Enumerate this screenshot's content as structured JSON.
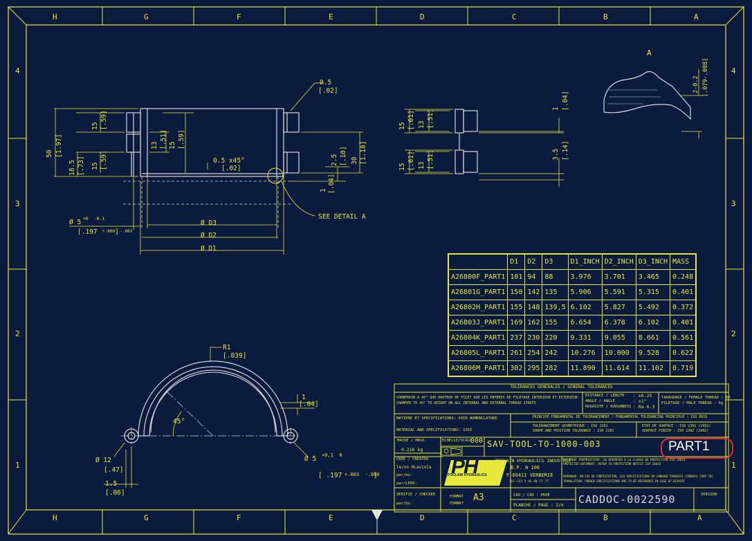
{
  "frame": {
    "top_letters": [
      "H",
      "G",
      "F",
      "E",
      "D",
      "C",
      "B",
      "A"
    ],
    "bottom_letters": [
      "H",
      "G",
      "F",
      "E",
      "D",
      "C",
      "B",
      "A"
    ],
    "left_numbers": [
      "4",
      "3",
      "2",
      "1"
    ],
    "right_numbers": [
      "4",
      "3",
      "2",
      "1"
    ]
  },
  "views": {
    "detail_label": "A",
    "see_detail": "SEE DETAIL  A",
    "dims_front": {
      "d05": "0.5",
      "d05_in": "[.02]",
      "d50": "50",
      "d50_in": "[1.97]",
      "d15a": "15",
      "d15a_in": "[.59]",
      "d185": "18.5",
      "d185_in": "[.73]",
      "d15b": "15",
      "d15b_in": "[.59]",
      "d13": "13",
      "d13_in": "[.51]",
      "d15c": "15",
      "d15c_in": "[.59]",
      "chamfer": "0.5  x45°",
      "chamfer_in": "[.02]",
      "d25": "2.5",
      "d25_in": "[.10]",
      "d30": "30",
      "d30_in": "[1.18]",
      "d1": "1",
      "d1_in": "[.04]",
      "hole": "Ø 5",
      "hole_tol": "+0  -0.1",
      "hole_in": "[.197",
      "hole_in_tol": "+.000  -.003",
      "hole_in_end": "]",
      "dia3": "Ø D3",
      "dia2": "Ø D2",
      "dia1": "Ø D1"
    },
    "dims_side": {
      "s15a": "15",
      "s15a_in": "[.61]",
      "s13a": "13",
      "s13a_in": "[.51]",
      "s15b": "15",
      "s15b_in": "[.61]",
      "s13b": "13",
      "s13b_in": "[.51]",
      "s1": "1",
      "s1_in": "[.04]",
      "s35": "3.5",
      "s35_in": "[.14]"
    },
    "dims_detail": {
      "h": "2-0.2",
      "h_in": "[.079-.008]"
    },
    "dims_arc": {
      "r1": "R1",
      "r1_in": "[.039]",
      "ang": "45°",
      "one": "1",
      "one_in": "[.04]",
      "d12": "Ø 12",
      "d12_in": "[.47]",
      "d15": "1.5",
      "d15_in": "[.06]",
      "hole": "Ø 5",
      "hole_tol": "+0,1  0",
      "hole_in": "[ .197",
      "hole_in_tol": "+.003  -.000",
      "hole_in_end": "]"
    }
  },
  "table": {
    "headers": [
      "",
      "D1",
      "D2",
      "D3",
      "D1_INCH",
      "D2_INCH",
      "D3_INCH",
      "MASS"
    ],
    "rows": [
      [
        "A26800F_PART1",
        "101",
        "94",
        "88",
        "3.976",
        "3.701",
        "3.465",
        "0.248"
      ],
      [
        "A26801G_PART1",
        "150",
        "142",
        "135",
        "5.906",
        "5.591",
        "5.315",
        "0.401"
      ],
      [
        "A26802H_PART1",
        "155",
        "148",
        "139,5",
        "6.102",
        "5.827",
        "5.492",
        "0.372"
      ],
      [
        "A26803J_PART1",
        "169",
        "162",
        "155",
        "6.654",
        "6.378",
        "6.102",
        "0.401"
      ],
      [
        "A26804K_PART1",
        "237",
        "230",
        "220",
        "9.331",
        "9.055",
        "8.661",
        "0.561"
      ],
      [
        "A26805L_PART1",
        "261",
        "254",
        "242",
        "10.276",
        "10.000",
        "9.528",
        "0.622"
      ],
      [
        "A26806M_PART1",
        "302",
        "295",
        "282",
        "11.890",
        "11.614",
        "11.102",
        "0.719"
      ]
    ]
  },
  "titleblock": {
    "tolerances_title": "TOLERANCES GENERALES / GENERAL TOLERANCES",
    "chanfrein_fr": "CHANFREIN A 45° SUR HAUTEUR DE FILET SUR LES ENTREES DE FILETAGE INTERIEUR ET EXTERIEUR",
    "chanfrein_en": "CHAMFER TO 45° TO HEIGHT ON ALL INTERNAL AND EXTERNAL THREAD STARTS",
    "dist_label": "DISTANCE  / LENGTH",
    "dist_val": ": ±0.25",
    "angle_label": "ANGLE  / ANGLE",
    "angle_val": ": ±1°",
    "rough_label": "RUGOSITE  / ROUGHNESS",
    "rough_val": ": Ra 6.3",
    "tarau": "TARAUDAGE / FEMALE THREAD : 6H",
    "filet": "FILETAGE / MALE THREAD : 6g",
    "matiere_fr": "MATIERE ET SPECIFICATIONS: VOIR NOMENCLATURE",
    "matiere_en": "MATERIAL AND SPECIFICATIONS: S355",
    "principe": "PRINCIPE FONDAMENTAL DE TOLERANCEMENT / FUNDAMENTAL TOLERANCING PRINCIPLE : ISO 8015",
    "tol_geo": "TOLERANCEMENT GEOMETRIQUE    : ISO 1101",
    "tol_shape": "SHAPE AND POSITION TOLERANCE : ISO 1101",
    "etat": "ETAT DE SURFACE  : ISO 1302 (1992)",
    "surface": "SURFACE FINISH   : ISO 1302 (1992)",
    "masse_label": "MASSE / MASS",
    "masse_val": "0.216  kg",
    "echelle": "ECHELLE/SCALE",
    "echelle_val": "000",
    "tool_id": "SAV-TOOL-TO-1000-003",
    "part": "PART1",
    "cree_label": "CREE / CREATED",
    "cree_by": "le/on  HLaviola",
    "par_by": "par/by:",
    "valid_label": "par/LEED:",
    "verifie": "VERIFIE / CHECKED",
    "verifie_by": "par/by:",
    "company": "POCLAIN HYDRAULICS INDUSTRIE",
    "bp": "B.P. N 106",
    "city": "F-60411 VERBERIE",
    "tel": "Tel:+33 3 44 40 77 77",
    "logo_text": "PH",
    "logo_sub": "POCLAIN HYDRAULICS",
    "doc_prop_fr": "DOCUMENT PROPRIETAIRE: SE REPORTER A LA CLAUSE DE PROTECTION ISO 16016",
    "doc_prop_en": "PROTECTED DOCUMENT: REFER TO PROTECTION NOTICE ISO 16016",
    "remarque_fr": "REMARQUE: EN CAS DE CONTESTATION, LES SPECIFICATIONS DU LANGAGE FRANCAIS (FRENCH) FONT FOI",
    "remarque_en": "TRANSLATION: FRENCH SPECIFICATIONS ARE TO BE REFERENCE IN CASE OF DISPUTE",
    "format_label": "FORMAT",
    "format_label2": "FORMAT",
    "format_val": "A3",
    "cad": "CAO / CAD : PROE",
    "planche": "PLANCHE / PAGE : 2/4",
    "caddoc": "CADDOC-0022590",
    "version": "VERSION"
  }
}
